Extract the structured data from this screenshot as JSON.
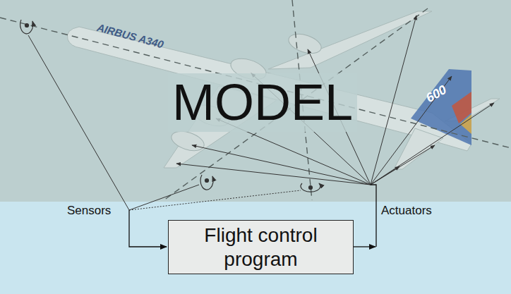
{
  "diagram": {
    "nodes": [
      {
        "text": [
          "Flight control program"
        ]
      }
    ],
    "labels": [
      "MODEL",
      "AIRBUS A340",
      "600",
      "Sensors",
      "Actuators"
    ]
  }
}
